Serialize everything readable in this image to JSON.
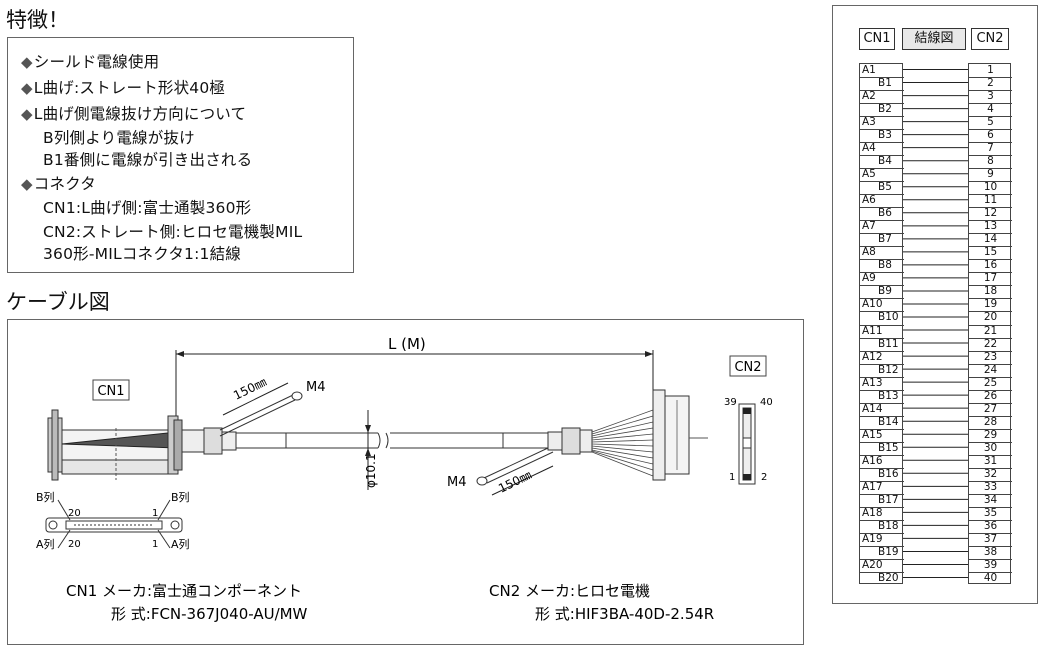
{
  "features_section": {
    "title": "特徴！",
    "items": [
      {
        "marker": "◆",
        "text": "シールド電線使用"
      },
      {
        "marker": "◆",
        "text": "L曲げ:ストレート形状40極"
      },
      {
        "marker": "◆",
        "text": "L曲げ側電線抜け方向について"
      },
      {
        "marker": "",
        "text": "B列側より電線が抜け"
      },
      {
        "marker": "",
        "text": "B1番側に電線が引き出される"
      },
      {
        "marker": "◆",
        "text": "コネクタ"
      },
      {
        "marker": "",
        "text": "CN1:L曲げ側:富士通製360形"
      },
      {
        "marker": "",
        "text": "CN2:ストレート側:ヒロセ電機製MIL"
      },
      {
        "marker": "",
        "text": "360形-MILコネクタ1:1結線"
      }
    ]
  },
  "cable_section": {
    "title": "ケーブル図",
    "cn1_label": "CN1",
    "cn2_label": "CN2",
    "length_label": "L (M)",
    "shield_len_left": "150㎜",
    "shield_len_right": "150㎜",
    "m4_left": "M4",
    "m4_right": "M4",
    "diameter": "φ10.1",
    "b_row_left": "B列",
    "b_row_right": "B列",
    "a_row_left": "A列",
    "a_row_right": "A列",
    "pin_20_top": "20",
    "pin_1_top": "1",
    "pin_20_bottom": "20",
    "pin_1_bottom": "1",
    "cn2_pin_39": "39",
    "cn2_pin_40": "40",
    "cn2_pin_1": "1",
    "cn2_pin_2": "2",
    "cn1_maker": "CN1 メーカ:富士通コンポーネント",
    "cn1_model": "形 式:FCN-367J040-AU/MW",
    "cn2_maker": "CN2 メーカ:ヒロセ電機",
    "cn2_model": "形 式:HIF3BA-40D-2.54R"
  },
  "wiring_section": {
    "cn1": "CN1",
    "title": "結線図",
    "cn2": "CN2",
    "left_pins": [
      "A1",
      "B1",
      "A2",
      "B2",
      "A3",
      "B3",
      "A4",
      "B4",
      "A5",
      "B5",
      "A6",
      "B6",
      "A7",
      "B7",
      "A8",
      "B8",
      "A9",
      "B9",
      "A10",
      "B10",
      "A11",
      "B11",
      "A12",
      "B12",
      "A13",
      "B13",
      "A14",
      "B14",
      "A15",
      "B15",
      "A16",
      "B16",
      "A17",
      "B17",
      "A18",
      "B18",
      "A19",
      "B19",
      "A20",
      "B20"
    ],
    "right_pins": [
      "1",
      "2",
      "3",
      "4",
      "5",
      "6",
      "7",
      "8",
      "9",
      "10",
      "11",
      "12",
      "13",
      "14",
      "15",
      "16",
      "17",
      "18",
      "19",
      "20",
      "21",
      "22",
      "23",
      "24",
      "25",
      "26",
      "27",
      "28",
      "29",
      "30",
      "31",
      "32",
      "33",
      "34",
      "35",
      "36",
      "37",
      "38",
      "39",
      "40"
    ]
  },
  "colors": {
    "border": "#666666",
    "title_bg": "#e8e8e8",
    "line": "#222222"
  }
}
